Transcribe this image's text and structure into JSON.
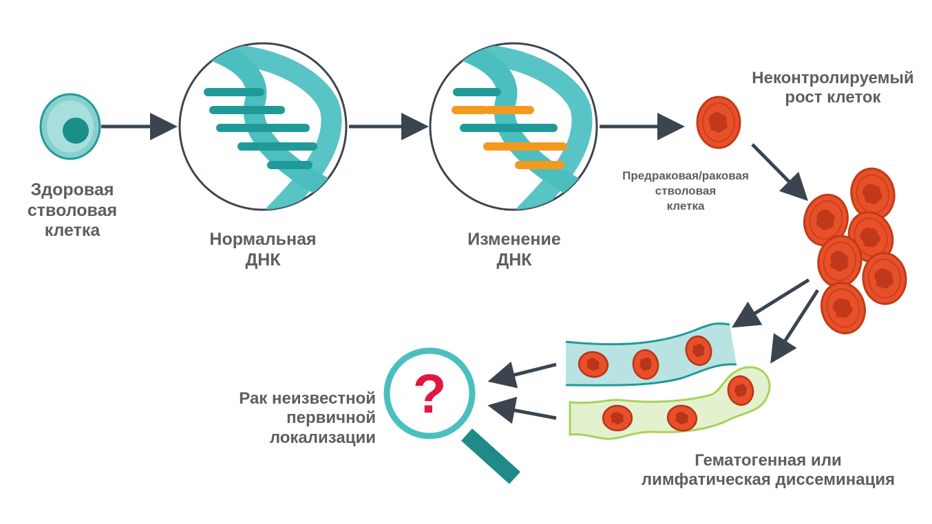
{
  "labels": {
    "healthy_cell": [
      "Здоровая",
      "стволовая",
      "клетка"
    ],
    "normal_dna": [
      "Нормальная",
      "ДНК"
    ],
    "changed_dna": [
      "Изменение",
      "ДНК"
    ],
    "uncontrolled_growth": [
      "Неконтролируемый",
      "рост клеток"
    ],
    "precancer_cell": [
      "Предраковая/раковая",
      "стволовая",
      "клетка"
    ],
    "unknown_primary": [
      "Рак неизвестной",
      "первичной",
      "локализации"
    ],
    "dissemination": [
      "Гематогенная или",
      "лимфатическая диссеминация"
    ]
  },
  "magnifier": {
    "symbol": "?"
  },
  "colors": {
    "text": "#5d5e60",
    "arrow": "#3a4550",
    "teal": "#4bbfc0",
    "teal_dark": "#1f9a98",
    "teal_light": "#b8e3e2",
    "orange_dna": "#f39a1e",
    "cell_red": "#e8502a",
    "cell_red_dark": "#c23a18",
    "lymph_green": "#e3f1cf",
    "lymph_outline": "#a6d35a",
    "question": "#e3163f"
  }
}
